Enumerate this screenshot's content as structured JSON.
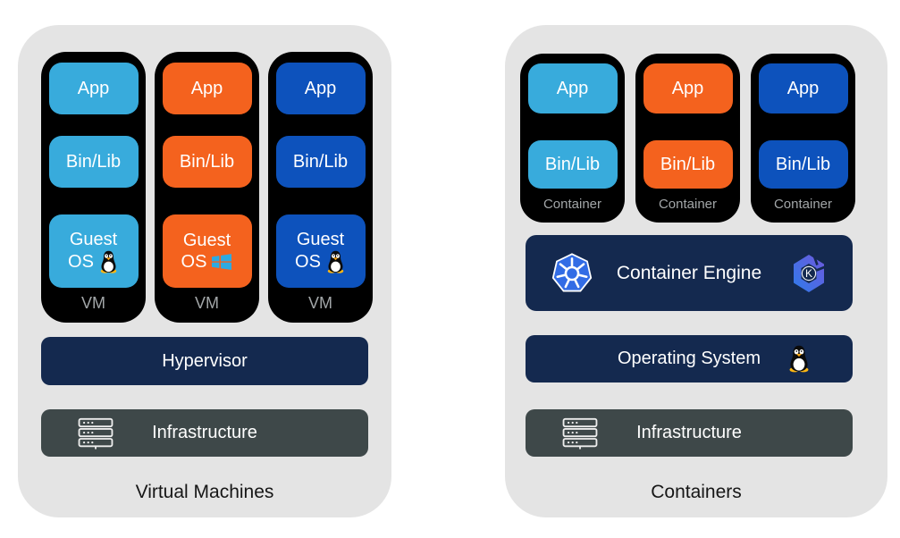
{
  "colors": {
    "cyan": "#38ABDC",
    "orange": "#F4621E",
    "blue": "#0D52BC",
    "navy": "#14294F",
    "slate": "#3E4849",
    "panel_bg": "#E4E4E4",
    "box_bg": "#000000",
    "muted_label": "#A2A6A8",
    "kubernetes_blue": "#326CE5",
    "windows_blue": "#2EAAE1",
    "tux_yellow": "#FDB713"
  },
  "icons": {
    "linux": "linux-tux-icon",
    "windows": "windows-logo-icon",
    "kubernetes": "kubernetes-helm-icon",
    "k_hexagon": "k-hexagon-logo-icon",
    "server": "server-rack-icon"
  },
  "left_panel": {
    "title": "Virtual Machines",
    "hypervisor_label": "Hypervisor",
    "infrastructure_label": "Infrastructure",
    "vms": [
      {
        "app_label": "App",
        "binlib_label": "Bin/Lib",
        "guest_label": "Guest",
        "os_label": "OS",
        "os_icon": "linux-tux",
        "vm_label": "VM",
        "accent": "cyan"
      },
      {
        "app_label": "App",
        "binlib_label": "Bin/Lib",
        "guest_label": "Guest",
        "os_label": "OS",
        "os_icon": "windows",
        "vm_label": "VM",
        "accent": "orange"
      },
      {
        "app_label": "App",
        "binlib_label": "Bin/Lib",
        "guest_label": "Guest",
        "os_label": "OS",
        "os_icon": "linux-tux",
        "vm_label": "VM",
        "accent": "blue"
      }
    ]
  },
  "right_panel": {
    "title": "Containers",
    "engine_label": "Container Engine",
    "os_label": "Operating System",
    "infrastructure_label": "Infrastructure",
    "containers": [
      {
        "app_label": "App",
        "binlib_label": "Bin/Lib",
        "container_label": "Container",
        "accent": "cyan"
      },
      {
        "app_label": "App",
        "binlib_label": "Bin/Lib",
        "container_label": "Container",
        "accent": "orange"
      },
      {
        "app_label": "App",
        "binlib_label": "Bin/Lib",
        "container_label": "Container",
        "accent": "blue"
      }
    ]
  }
}
